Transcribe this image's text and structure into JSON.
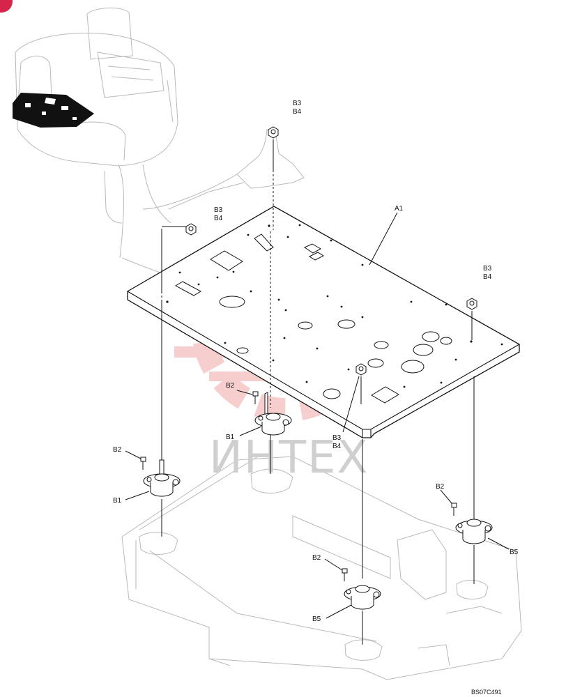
{
  "labels": {
    "a1": "A1",
    "b1": "B1",
    "b2": "B2",
    "b3": "B3",
    "b4": "B4",
    "b5": "B5"
  },
  "watermark": "ИНТЕХ",
  "drawing_code": "BS07C491",
  "colors": {
    "watermark_logo": "#f7c9c9",
    "watermark_text": "#cfcfcf",
    "badge": "#d6254a",
    "ink": "#111111",
    "ghost_lines": "#b9b9b9"
  },
  "icons": {
    "corner_badge": "badge-icon",
    "watermark_logo": "gear-logo-icon"
  }
}
